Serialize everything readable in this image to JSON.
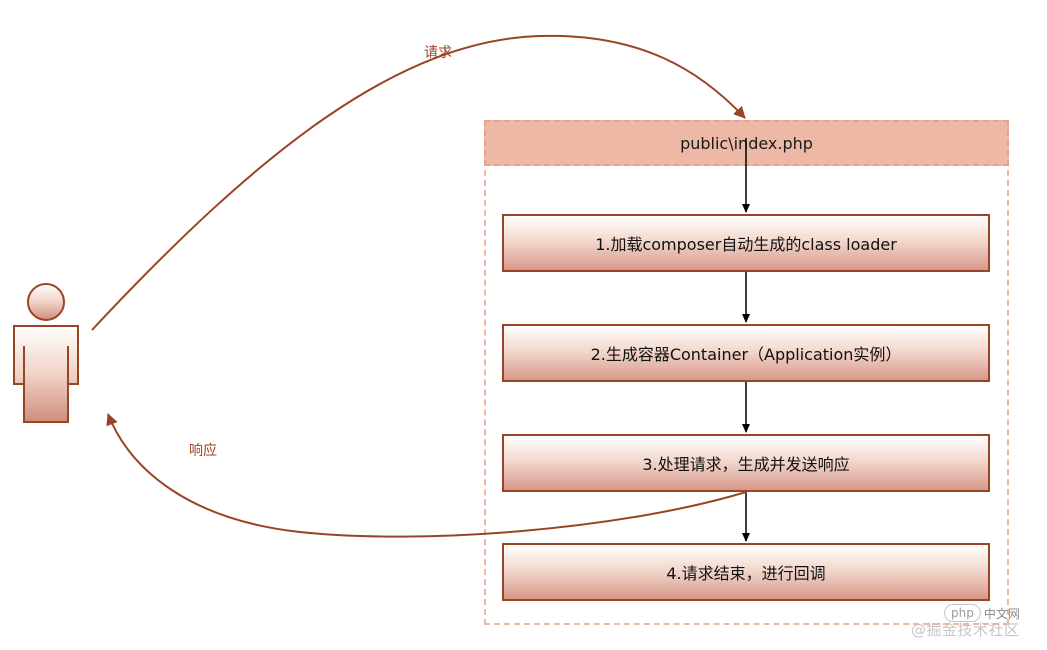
{
  "colors": {
    "accent": "#9a4426",
    "header_fill": "#edb9a6",
    "dash_border": "#eab7a4",
    "arrow_black": "#000000"
  },
  "header": {
    "label": "public\\index.php"
  },
  "steps": [
    {
      "label": "1.加载composer自动生成的class loader"
    },
    {
      "label": "2.生成容器Container（Application实例）"
    },
    {
      "label": "3.处理请求，生成并发送响应"
    },
    {
      "label": "4.请求结束，进行回调"
    }
  ],
  "arrows": {
    "request_label": "请求",
    "response_label": "响应"
  },
  "watermark": {
    "badge": "php",
    "badge_suffix": "中文网",
    "text": "@掘金技术社区"
  },
  "icons": {
    "user": "person-icon"
  }
}
